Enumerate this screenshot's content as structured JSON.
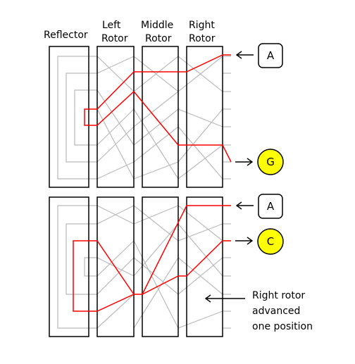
{
  "labels": {
    "reflector": "Reflector",
    "left_rotor": [
      "Left",
      "Rotor"
    ],
    "middle_rotor": [
      "Middle",
      "Rotor"
    ],
    "right_rotor": [
      "Right",
      "Rotor"
    ]
  },
  "top_panel": {
    "input_key": "A",
    "output_lamp": "G"
  },
  "bottom_panel": {
    "input_key": "A",
    "output_lamp": "C",
    "annotation": [
      "Right rotor",
      "advanced",
      "one position"
    ]
  },
  "colors": {
    "signal_path": "#ff0000",
    "wiring": "#bbbbbb",
    "lamp_lit": "#ffff00",
    "outline": "#000000"
  }
}
